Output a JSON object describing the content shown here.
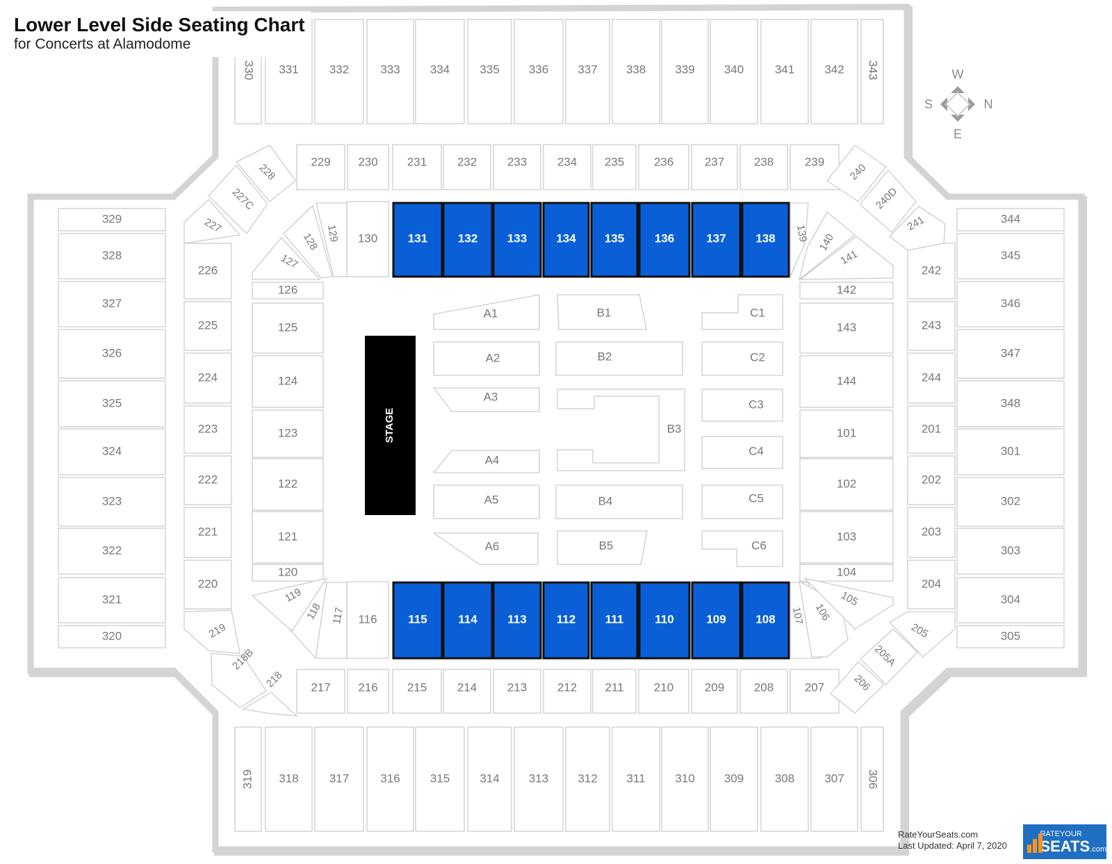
{
  "title": "Lower Level Side Seating Chart",
  "subtitle": "for Concerts at Alamodome",
  "compass": {
    "w": "W",
    "s": "S",
    "n": "N",
    "e": "E"
  },
  "stage_label": "STAGE",
  "credit": {
    "site": "RateYourSeats.com",
    "updated": "Last Updated: April 7, 2020"
  },
  "logo": {
    "small": "RATEYOUR",
    "big": "SEATS",
    "suffix": ".com"
  },
  "colors": {
    "highlight": "#0a5fd6",
    "section_stroke": "#cccccc",
    "section_text": "#777777",
    "stage": "#000000",
    "arena_outline": "#cfcfcf"
  },
  "highlighted_sections": [
    "131",
    "132",
    "133",
    "134",
    "135",
    "136",
    "137",
    "138",
    "115",
    "114",
    "113",
    "112",
    "111",
    "110",
    "109",
    "108"
  ],
  "sections": {
    "upper_north": [
      "330",
      "331",
      "332",
      "333",
      "334",
      "335",
      "336",
      "337",
      "338",
      "339",
      "340",
      "341",
      "342",
      "343"
    ],
    "upper_south": [
      "319",
      "318",
      "317",
      "316",
      "315",
      "314",
      "313",
      "312",
      "311",
      "310",
      "309",
      "308",
      "307",
      "306"
    ],
    "upper_west": [
      "329",
      "328",
      "327",
      "326",
      "325",
      "324",
      "323",
      "322",
      "321",
      "320"
    ],
    "upper_east": [
      "344",
      "345",
      "346",
      "347",
      "348",
      "301",
      "302",
      "303",
      "304",
      "305"
    ],
    "mid_north": [
      "229",
      "230",
      "231",
      "232",
      "233",
      "234",
      "235",
      "236",
      "237",
      "238",
      "239"
    ],
    "mid_south": [
      "217",
      "216",
      "215",
      "214",
      "213",
      "212",
      "211",
      "210",
      "209",
      "208",
      "207"
    ],
    "mid_west": [
      "226",
      "225",
      "224",
      "223",
      "222",
      "221",
      "220"
    ],
    "mid_east": [
      "242",
      "243",
      "244",
      "201",
      "202",
      "203",
      "204"
    ],
    "mid_corners": [
      "228",
      "227C",
      "227",
      "240",
      "240D",
      "241",
      "219",
      "218B",
      "218",
      "206",
      "205A",
      "205"
    ],
    "lower_north": [
      "130",
      "131",
      "132",
      "133",
      "134",
      "135",
      "136",
      "137",
      "138"
    ],
    "lower_south": [
      "116",
      "115",
      "114",
      "113",
      "112",
      "111",
      "110",
      "109",
      "108"
    ],
    "lower_west": [
      "126",
      "125",
      "124",
      "123",
      "122",
      "121",
      "120"
    ],
    "lower_east": [
      "142",
      "143",
      "144",
      "101",
      "102",
      "103",
      "104"
    ],
    "lower_corners": [
      "129",
      "128",
      "127",
      "139",
      "140",
      "141",
      "117",
      "118",
      "119",
      "107",
      "106",
      "105"
    ],
    "floor": [
      "A1",
      "A2",
      "A3",
      "A4",
      "A5",
      "A6",
      "B1",
      "B2",
      "B3",
      "B4",
      "B5",
      "C1",
      "C2",
      "C3",
      "C4",
      "C5",
      "C6"
    ]
  }
}
